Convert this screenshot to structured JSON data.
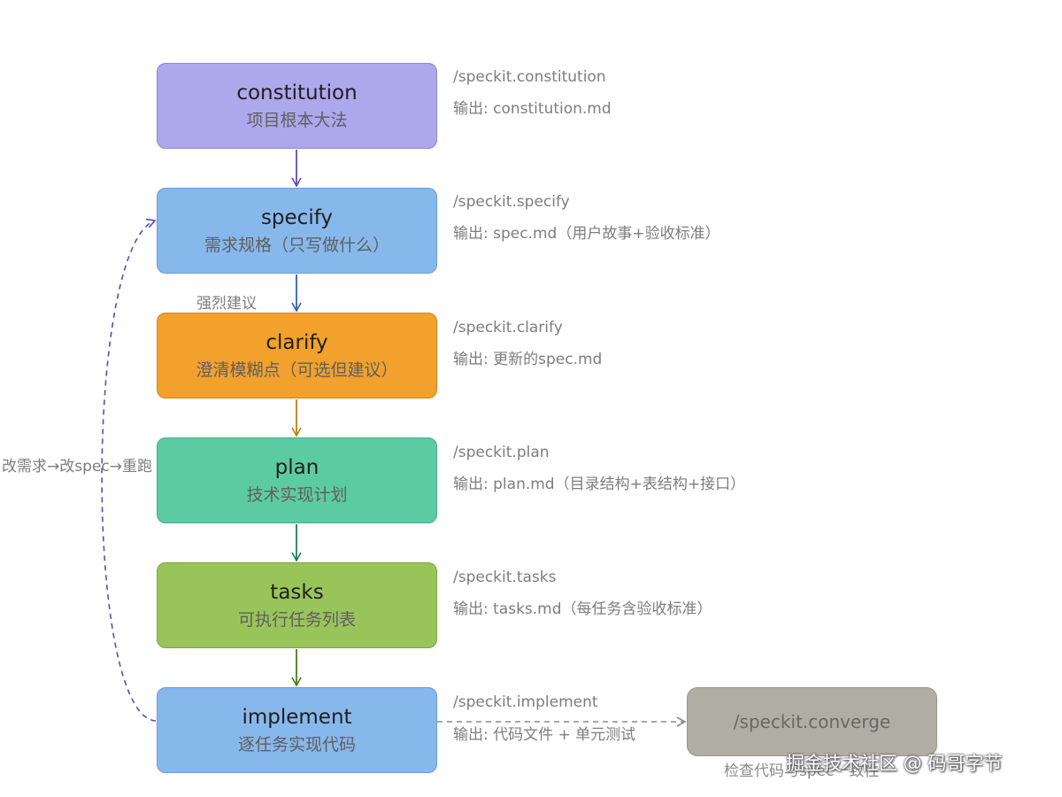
{
  "nodes": [
    {
      "id": "constitution",
      "title": "constitution",
      "subtitle": "项目根本大法",
      "cmd": "/speckit.constitution",
      "output": "输出: constitution.md"
    },
    {
      "id": "specify",
      "title": "specify",
      "subtitle": "需求规格（只写做什么）",
      "cmd": "/speckit.specify",
      "output": "输出: spec.md（用户故事+验收标准）"
    },
    {
      "id": "clarify",
      "title": "clarify",
      "subtitle": "澄清模糊点（可选但建议）",
      "cmd": "/speckit.clarify",
      "output": "输出: 更新的spec.md"
    },
    {
      "id": "plan",
      "title": "plan",
      "subtitle": "技术实现计划",
      "cmd": "/speckit.plan",
      "output": "输出: plan.md（目录结构+表结构+接口）"
    },
    {
      "id": "tasks",
      "title": "tasks",
      "subtitle": "可执行任务列表",
      "cmd": "/speckit.tasks",
      "output": "输出: tasks.md（每任务含验收标准）"
    },
    {
      "id": "implement",
      "title": "implement",
      "subtitle": "逐任务实现代码",
      "cmd": "/speckit.implement",
      "output": "输出: 代码文件 + 单元测试"
    }
  ],
  "converge": {
    "label": "/speckit.converge",
    "note": "检查代码与spec一致性"
  },
  "edge_labels": {
    "recommend": "强烈建议",
    "loop": "改需求→改spec→重跑"
  },
  "watermark": "掘金技术社区 @ 码哥字节",
  "colors": {
    "constitution": "#ada7ec",
    "specify": "#87b8ec",
    "clarify": "#f1a12c",
    "plan": "#5ccba3",
    "tasks": "#98c45a",
    "implement": "#87b8ec",
    "converge": "#b0aea4",
    "arrow_purple": "#5b4bb5",
    "arrow_blue": "#2f64a8",
    "arrow_orange": "#c07d12",
    "arrow_teal": "#227a5c",
    "arrow_green": "#4a7a1e",
    "loop": "#5b4bb5"
  }
}
